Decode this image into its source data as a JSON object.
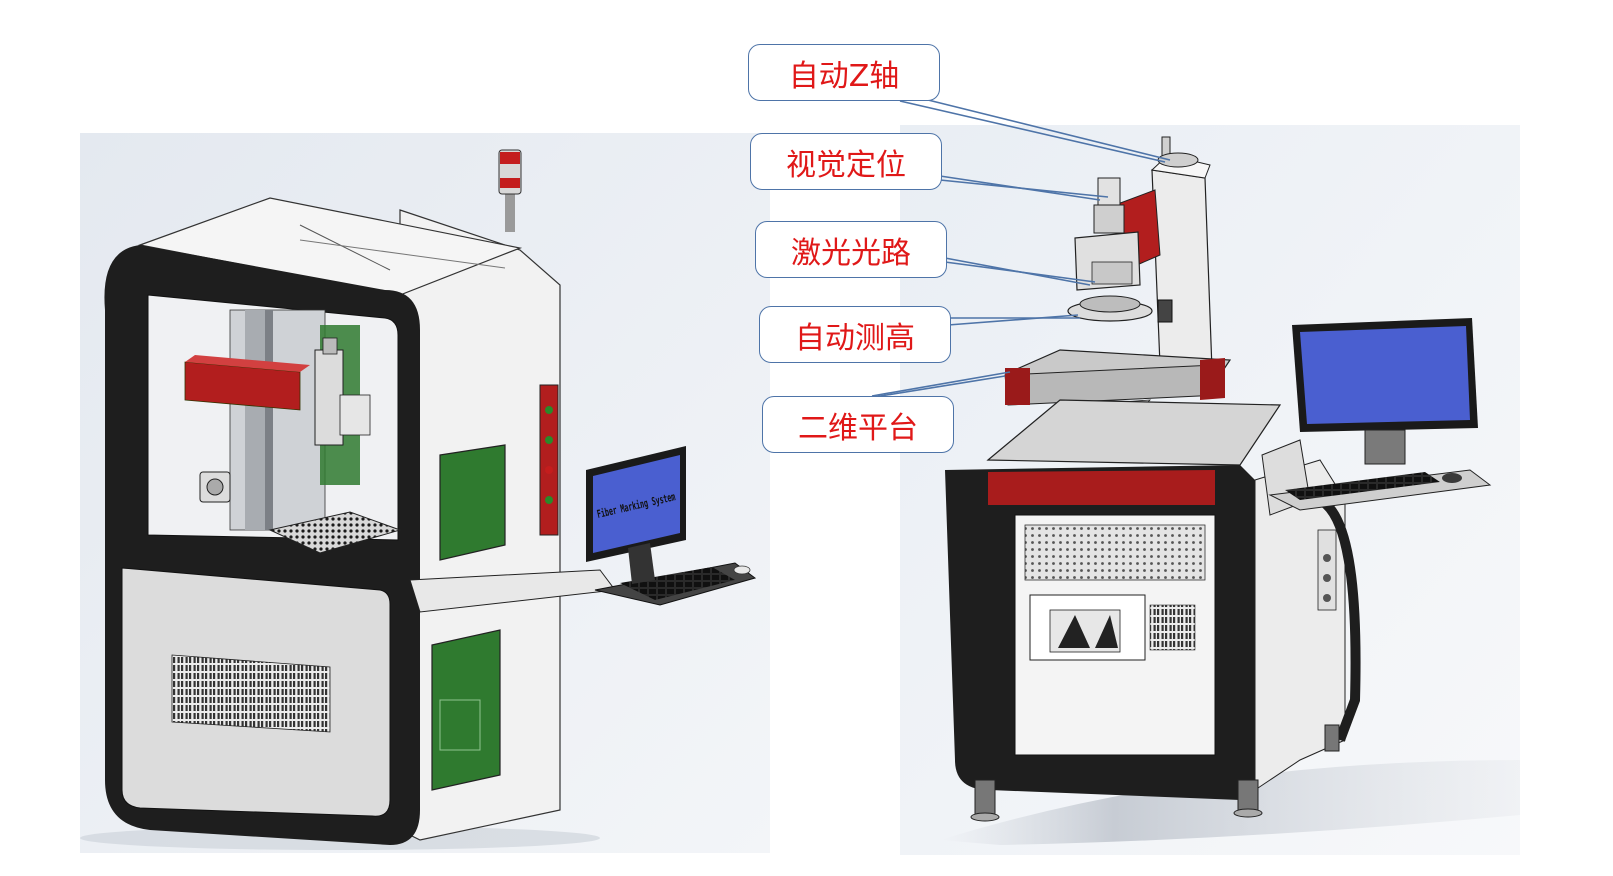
{
  "colors": {
    "callout_text": "#e01818",
    "callout_border": "#4e74a8",
    "leader_line": "#4e74a8",
    "machine_frame": "#1e1e1e",
    "accent_red": "#b21e1e",
    "monitor_screen": "#4a5fd0",
    "window_green": "#2f7a2f"
  },
  "left_machine": {
    "monitor_text": "Fiber Marking System"
  },
  "callouts": [
    {
      "label": "自动Z轴"
    },
    {
      "label": "视觉定位"
    },
    {
      "label": "激光光路"
    },
    {
      "label": "自动测高"
    },
    {
      "label": "二维平台"
    }
  ]
}
